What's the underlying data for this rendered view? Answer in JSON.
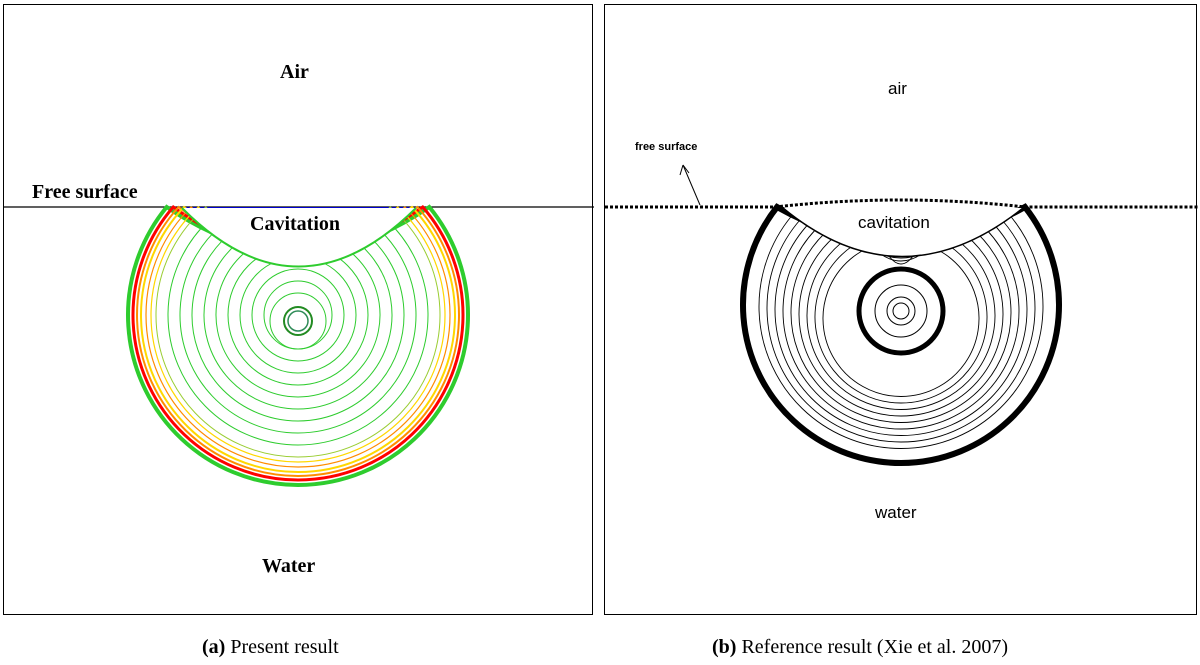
{
  "panel_a": {
    "label_air": "Air",
    "label_free_surface": "Free surface",
    "label_cavitation": "Cavitation",
    "label_water": "Water",
    "contour_colors": [
      "#2ecc2e",
      "#ff0000",
      "#ff8c00",
      "#ffd700",
      "#9acd32"
    ],
    "free_surface_color": "#0000cc"
  },
  "panel_b": {
    "label_air": "air",
    "label_free_surface": "free surface",
    "label_cavitation": "cavitation",
    "label_water": "water"
  },
  "captions": {
    "a_tag": "(a)",
    "a_text": "Present result",
    "b_tag": "(b)",
    "b_text": "Reference result (Xie et al. 2007)"
  }
}
